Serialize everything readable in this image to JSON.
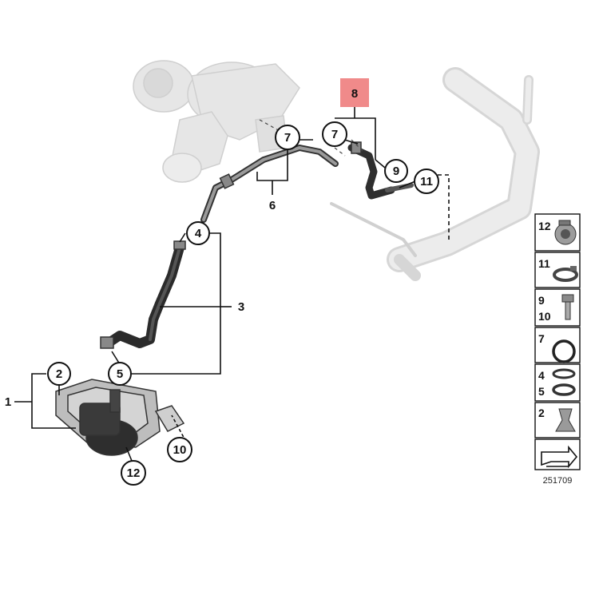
{
  "callouts": {
    "c1": "1",
    "c2": "2",
    "c3": "3",
    "c4": "4",
    "c5": "5",
    "c6": "6",
    "c7a": "7",
    "c7b": "7",
    "c8": "8",
    "c9": "9",
    "c10": "10",
    "c11": "11",
    "c12": "12"
  },
  "highlight_color": "#f08a8a",
  "sidebar": {
    "items": [
      {
        "numbers": [
          "12"
        ],
        "icon": "hose-clamp-spring-icon"
      },
      {
        "numbers": [
          "11"
        ],
        "icon": "band-clamp-icon"
      },
      {
        "numbers": [
          "9",
          "10"
        ],
        "icon": "bolt-icon"
      },
      {
        "numbers": [
          "7"
        ],
        "icon": "o-ring-icon"
      },
      {
        "numbers": [
          "4",
          "5"
        ],
        "icon": "hose-clamp-icon"
      },
      {
        "numbers": [
          "2"
        ],
        "icon": "rubber-grommet-icon"
      },
      {
        "numbers": [],
        "icon": "direction-arrow-icon"
      }
    ]
  },
  "diagram_id": "251709"
}
